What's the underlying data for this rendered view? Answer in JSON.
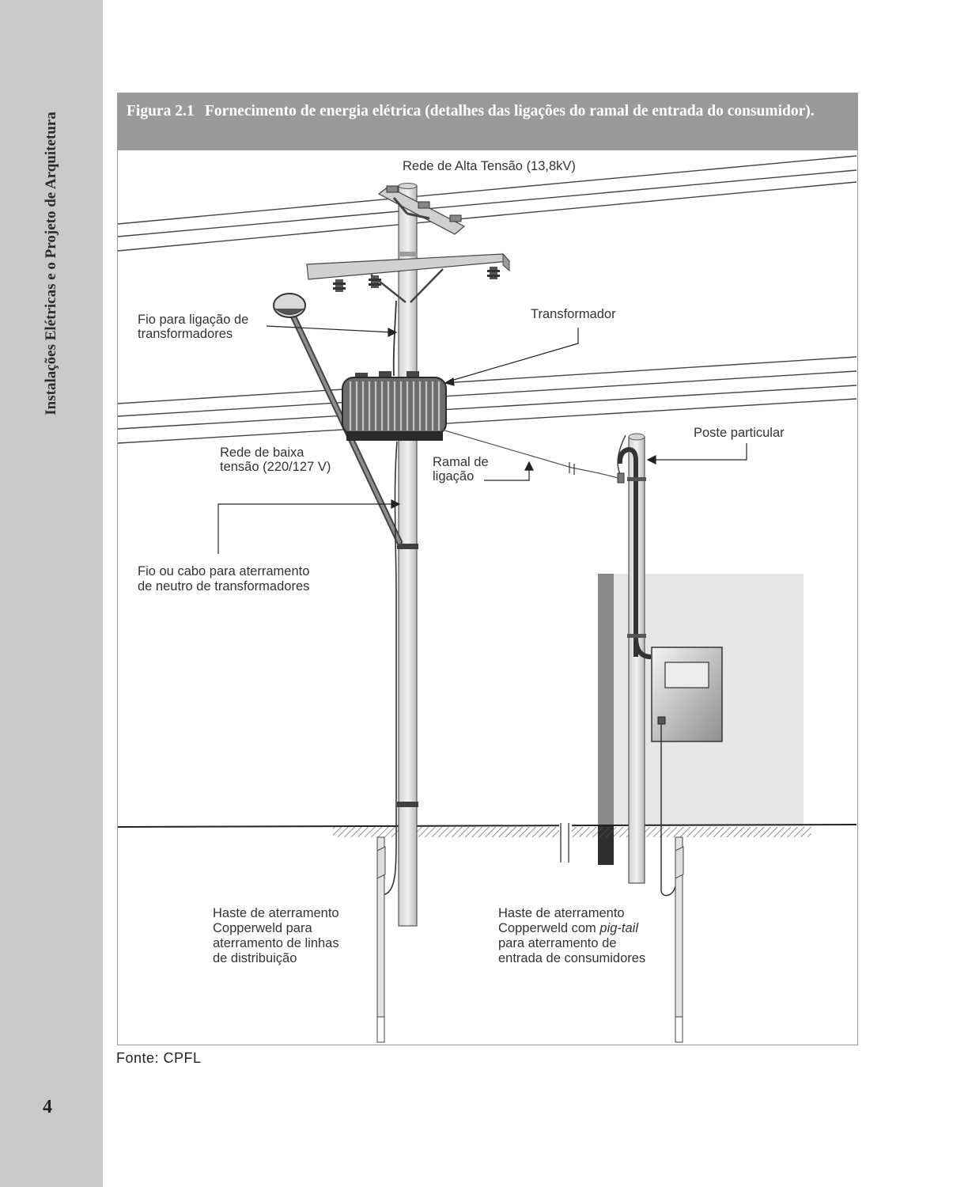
{
  "side": {
    "running_head": "Instalações Elétricas e o Projeto de Arquitetura",
    "page_number": "4"
  },
  "figure": {
    "number": "Figura 2.1",
    "title": "Fornecimento de energia elétrica (detalhes das ligações do ramal de entrada do consumidor).",
    "labels": {
      "high_voltage": "Rede de Alta Tensão (13,8kV)",
      "transformer_wire_l1": "Fio para ligação de",
      "transformer_wire_l2": "transformadores",
      "transformer": "Transformador",
      "low_voltage_l1": "Rede de baixa",
      "low_voltage_l2": "tensão (220/127 V)",
      "service_drop_l1": "Ramal de",
      "service_drop_l2": "ligação",
      "private_pole": "Poste particular",
      "neutral_ground_l1": "Fio ou cabo para aterramento",
      "neutral_ground_l2": "de neutro de transformadores",
      "rod_left_l1": "Haste de aterramento",
      "rod_left_l2": "Copperweld para",
      "rod_left_l3": "aterramento de linhas",
      "rod_left_l4": "de distribuição",
      "rod_right_l1": "Haste de aterramento",
      "rod_right_l2a": "Copperweld com ",
      "rod_right_l2b": "pig-tail",
      "rod_right_l3": "para aterramento de",
      "rod_right_l4": "entrada de consumidores"
    }
  },
  "source": "Fonte: CPFL"
}
